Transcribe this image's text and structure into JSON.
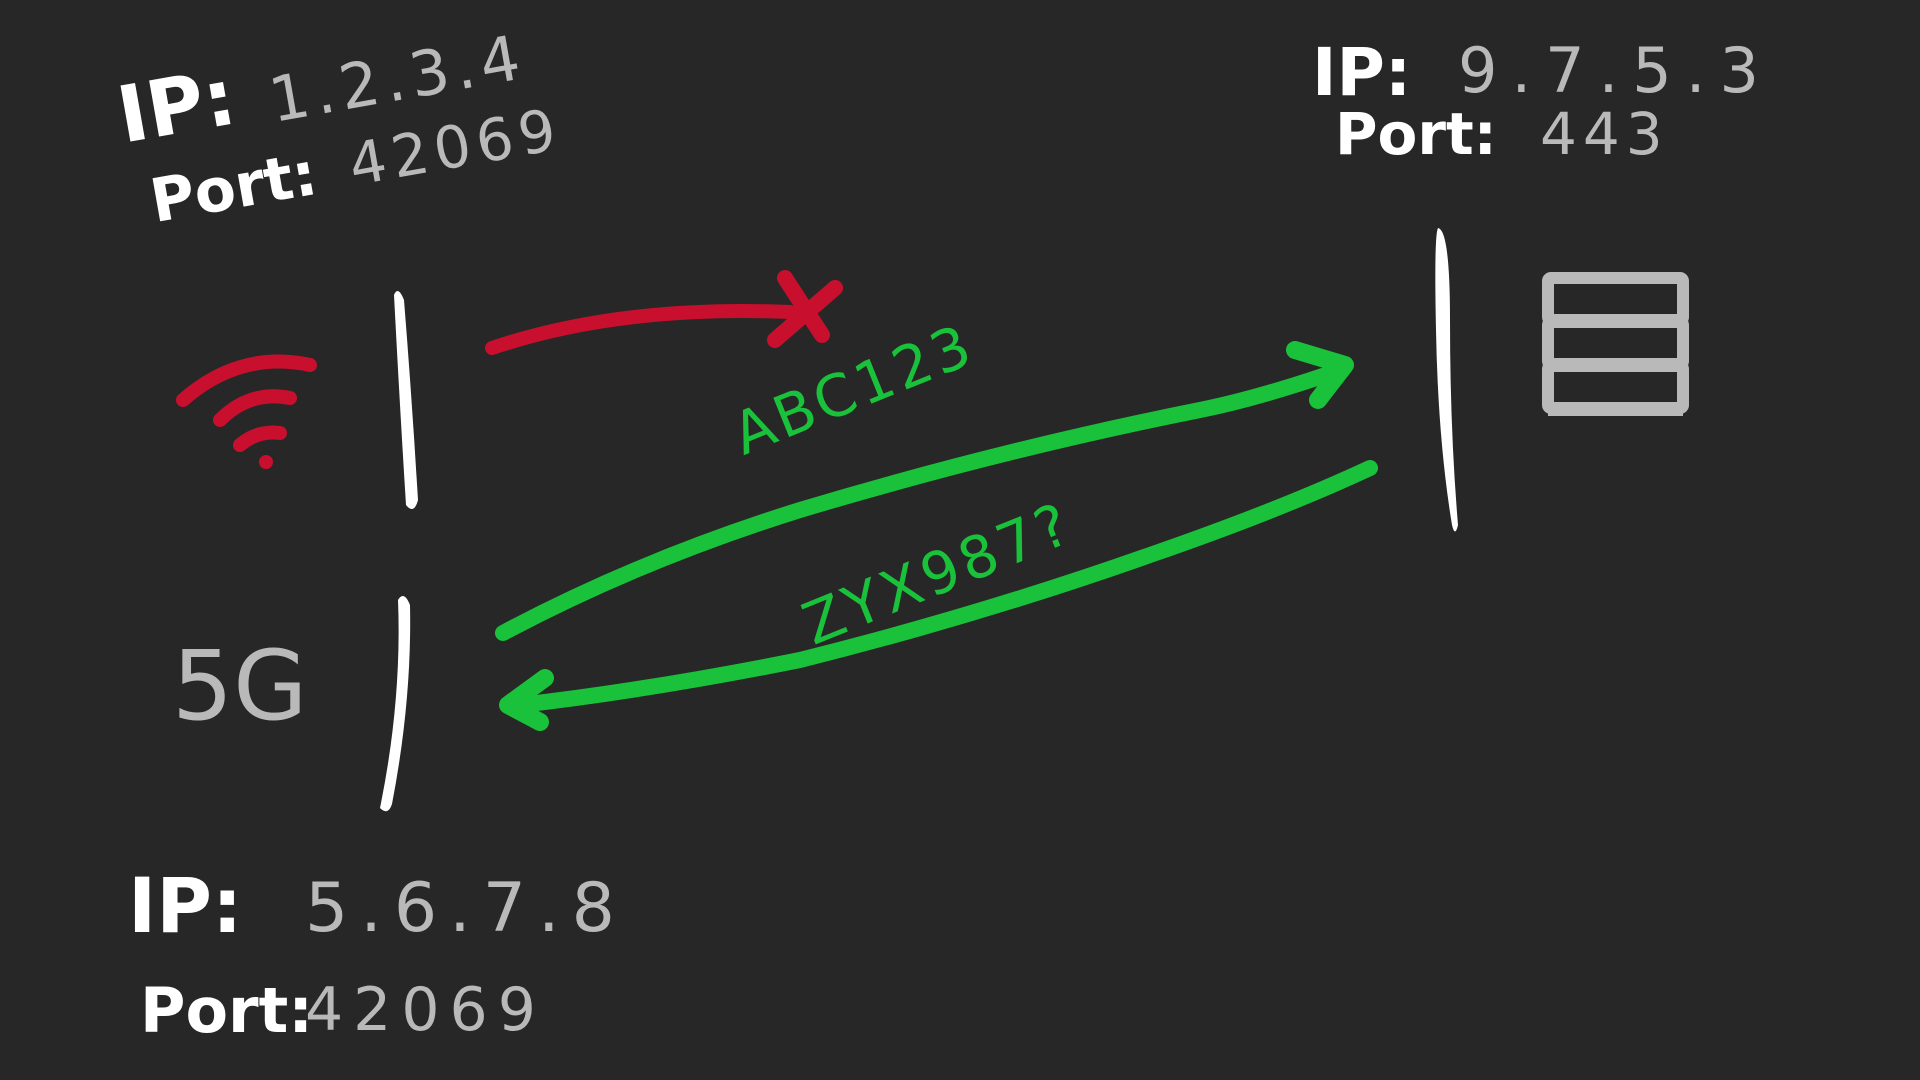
{
  "client_wifi": {
    "ip_label": "IP:",
    "ip_value": "1.2.3.4",
    "port_label": "Port:",
    "port_value": "42069"
  },
  "client_5g": {
    "ip_label": "IP:",
    "ip_value": "5.6.7.8",
    "port_label": "Port:",
    "port_value": "42069",
    "network_label": "5G"
  },
  "server": {
    "ip_label": "IP:",
    "ip_value": "9.7.5.3",
    "port_label": "Port:",
    "port_value": "443"
  },
  "messages": {
    "outgoing": "ABC123",
    "incoming": "ZYX987?"
  },
  "colors": {
    "background": "#272727",
    "failed": "#c8102e",
    "success": "#19c23a",
    "primary_text": "#ffffff",
    "secondary_text": "#b9b9b9"
  },
  "icons": [
    "wifi-icon",
    "failed-x-icon",
    "server-stack-icon"
  ]
}
